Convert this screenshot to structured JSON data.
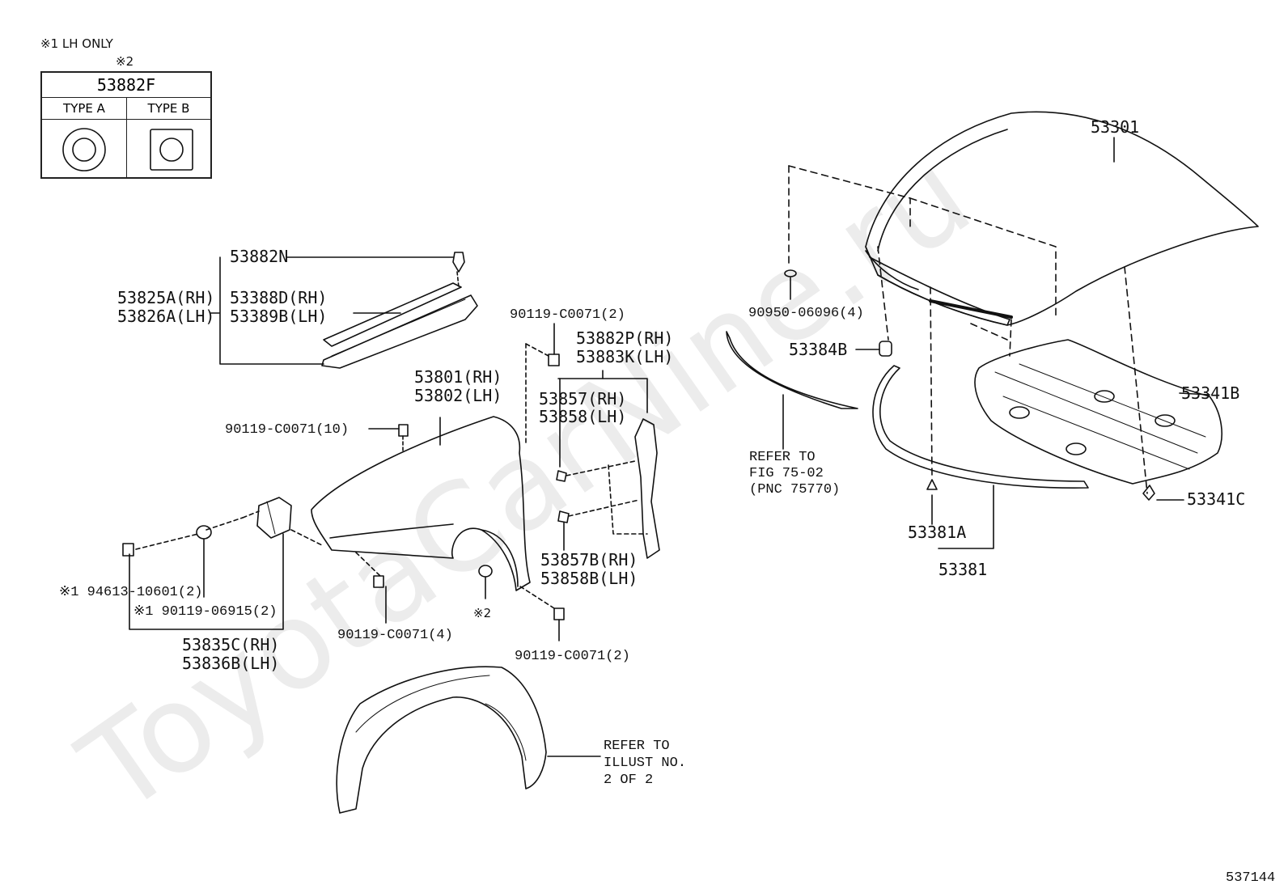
{
  "watermark": "ToyotaCarNine.ru",
  "note_lh_only": "※1 LH ONLY",
  "table": {
    "mark": "※2",
    "part": "53882F",
    "type_a": "TYPE A",
    "type_b": "TYPE B"
  },
  "labels": {
    "p53882N": "53882N",
    "p53825A": "53825A(RH)",
    "p53826A": "53826A(LH)",
    "p53388D": "53388D(RH)",
    "p53389B": "53389B(LH)",
    "p90119_2a": "90119-C0071(2)",
    "p53882P": "53882P(RH)",
    "p53883K": "53883K(LH)",
    "p53801": "53801(RH)",
    "p53802": "53802(LH)",
    "p53857": "53857(RH)",
    "p53858": "53858(LH)",
    "p90119_10": "90119-C0071(10)",
    "p53857B": "53857B(RH)",
    "p53858B": "53858B(LH)",
    "p94613": "※1 94613-10601(2)",
    "p90119_06915": "※1 90119-06915(2)",
    "mark2": "※2",
    "p90119_4": "90119-C0071(4)",
    "p90119_2b": "90119-C0071(2)",
    "p53835C": "53835C(RH)",
    "p53836B": "53836B(LH)",
    "ref_illust_1": "REFER TO",
    "ref_illust_2": "ILLUST NO.",
    "ref_illust_3": "2 OF 2",
    "p53301": "53301",
    "p90950": "90950-06096(4)",
    "p53384B": "53384B",
    "p53341B": "53341B",
    "ref_fig_1": "REFER TO",
    "ref_fig_2": "FIG 75-02",
    "ref_fig_3": "(PNC 75770)",
    "p53381A": "53381A",
    "p53341C": "53341C",
    "p53381": "53381",
    "figure_no": "537144"
  }
}
